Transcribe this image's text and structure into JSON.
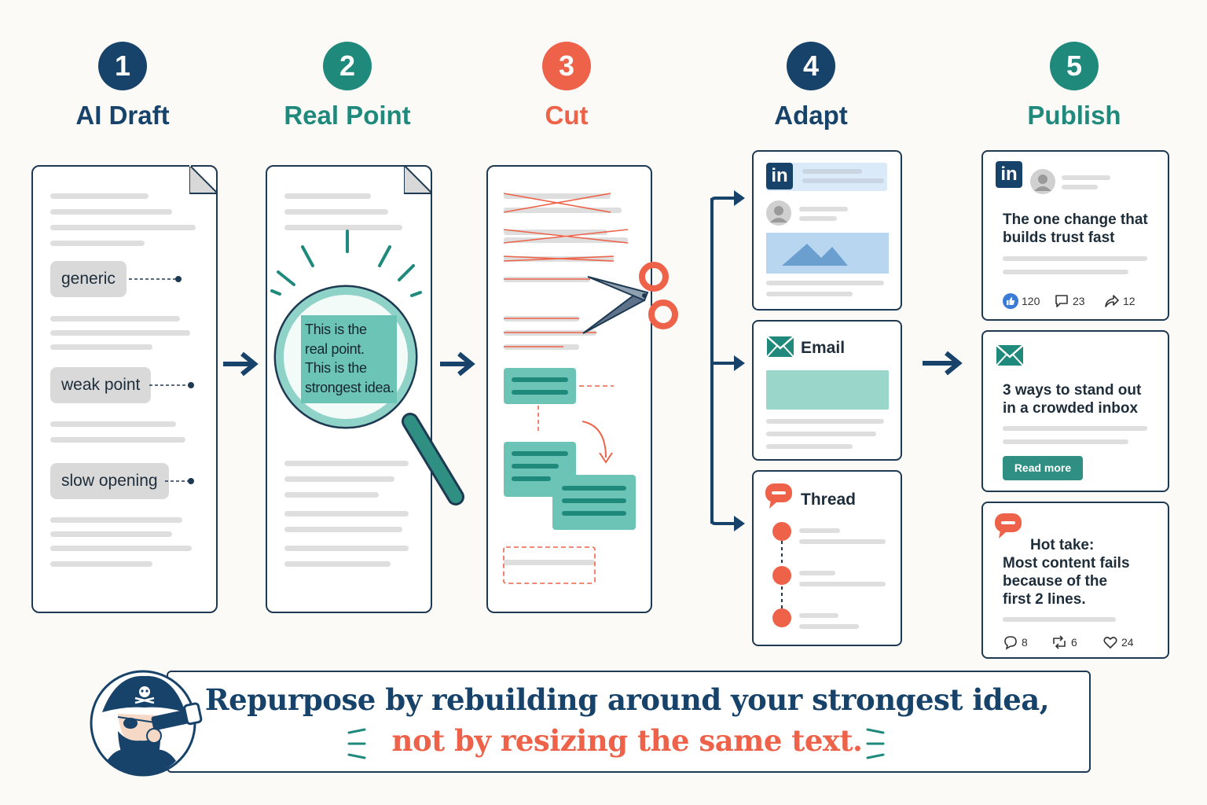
{
  "steps": [
    {
      "number": "1",
      "title": "AI Draft"
    },
    {
      "number": "2",
      "title": "Real Point"
    },
    {
      "number": "3",
      "title": "Cut"
    },
    {
      "number": "4",
      "title": "Adapt"
    },
    {
      "number": "5",
      "title": "Publish"
    }
  ],
  "draft": {
    "tags": [
      "generic",
      "weak point",
      "slow opening"
    ]
  },
  "real_point": {
    "highlight_lines": [
      "This is the",
      "real point.",
      "This is the",
      "strongest idea."
    ]
  },
  "adapt": {
    "email_label": "Email",
    "thread_label": "Thread"
  },
  "publish": {
    "linkedin_post": {
      "title_lines": [
        "The one change that",
        "builds trust fast"
      ],
      "likes": "120",
      "comments": "23",
      "shares": "12"
    },
    "email_post": {
      "title_lines": [
        "3 ways to stand out",
        "in a crowded inbox"
      ],
      "button_label": "Read more"
    },
    "thread_post": {
      "title_lines": [
        "Hot take:",
        "Most content fails",
        "because of the",
        "first 2 lines."
      ],
      "comments": "8",
      "reposts": "6",
      "likes": "24"
    }
  },
  "banner": {
    "line1": "Repurpose by rebuilding around your strongest idea,",
    "line2": "not by resizing the same text."
  },
  "colors": {
    "navy": "#17436a",
    "teal": "#1f8a7c",
    "coral": "#ee6249",
    "light_teal": "#6cc4b6",
    "line_gray": "#dedede"
  }
}
